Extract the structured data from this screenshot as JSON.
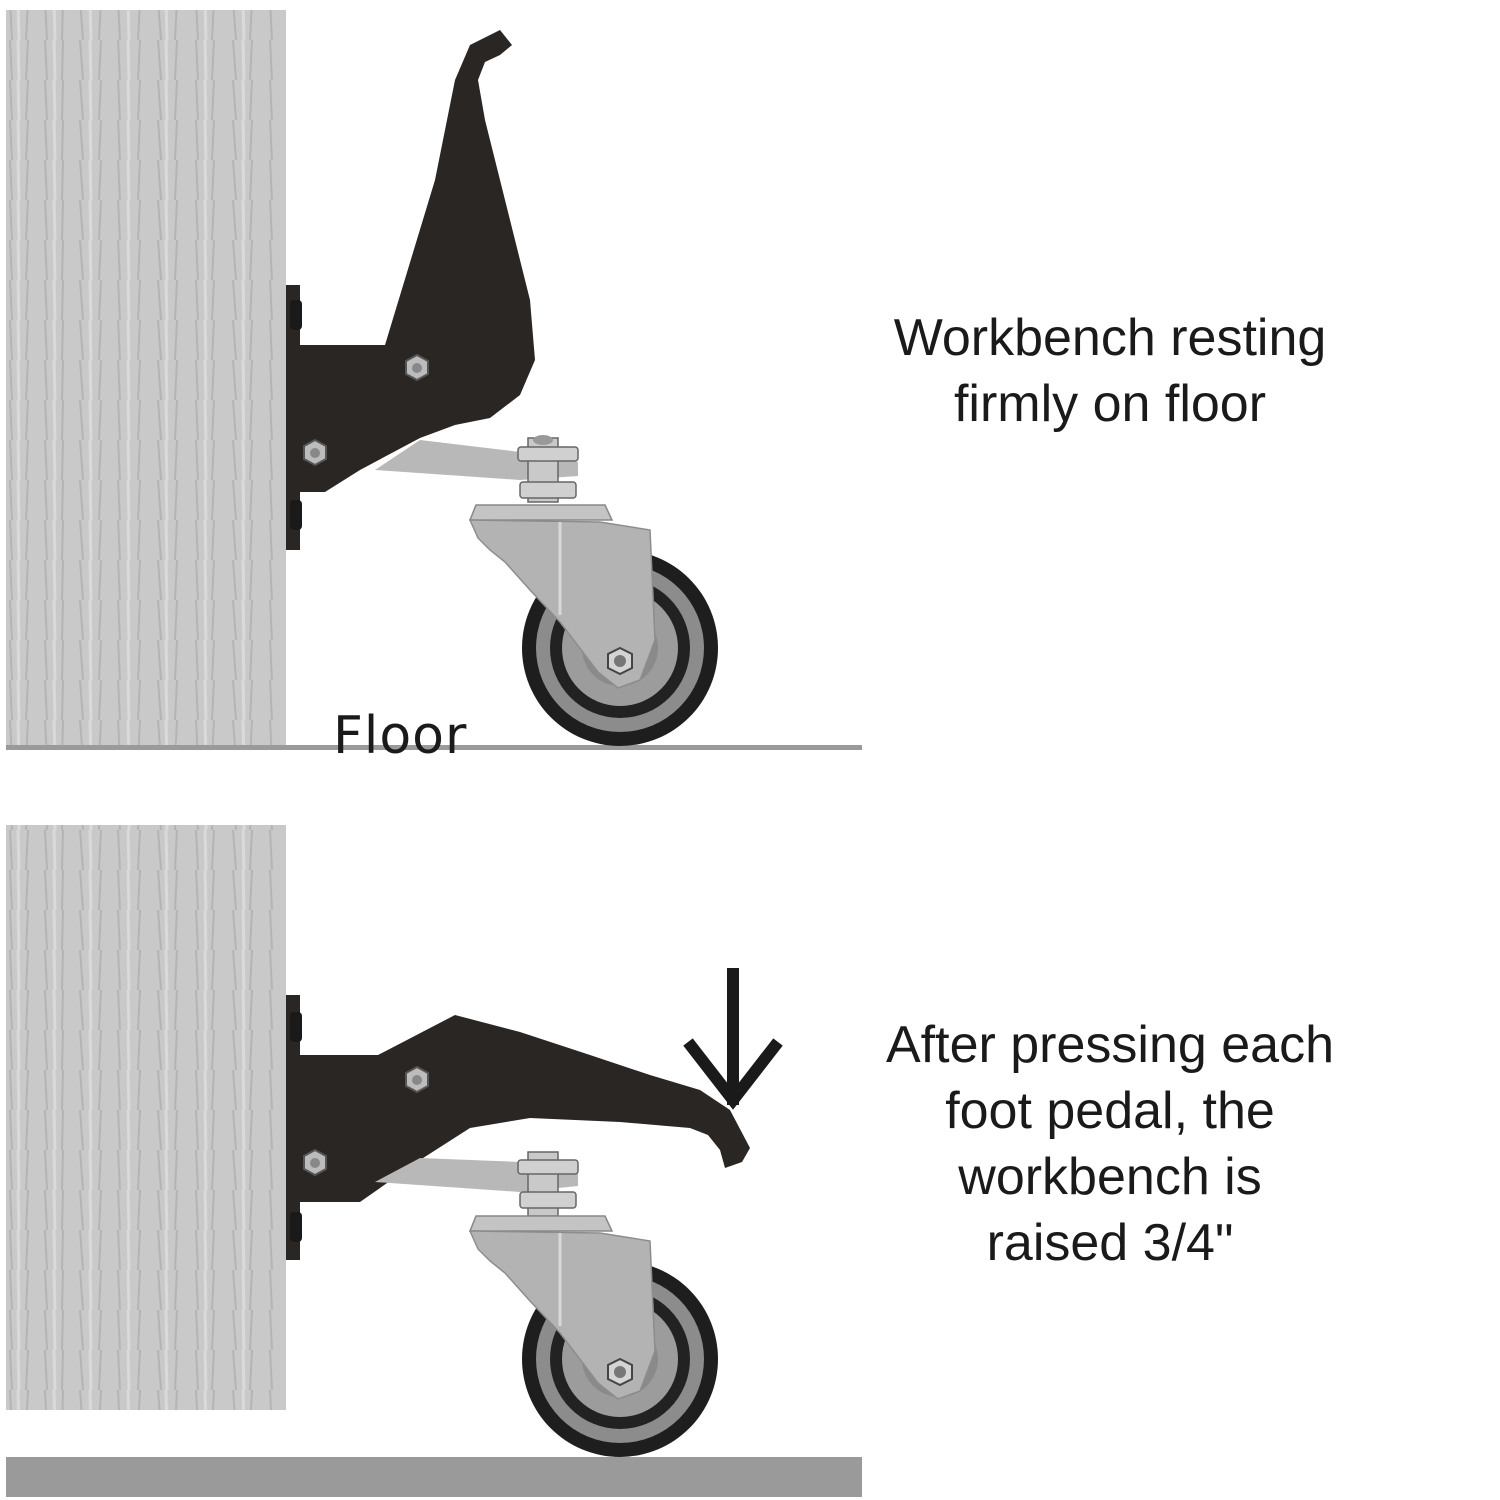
{
  "top_panel": {
    "caption_lines": [
      "Workbench resting",
      "firmly on floor"
    ],
    "floor_label": "Floor"
  },
  "bottom_panel": {
    "caption_lines": [
      "After pressing each",
      "foot pedal, the",
      "workbench is",
      "raised 3/4\""
    ]
  },
  "colors": {
    "wood": "#c9c9c9",
    "floor": "#9a9a9a",
    "bracket": "#2a2624",
    "steel": "#b3b3b3",
    "wheel_tire": "#1e1e1e",
    "wheel_hub": "#8c8c8c"
  },
  "icons": {
    "press_indicator": "down-arrow-icon"
  }
}
